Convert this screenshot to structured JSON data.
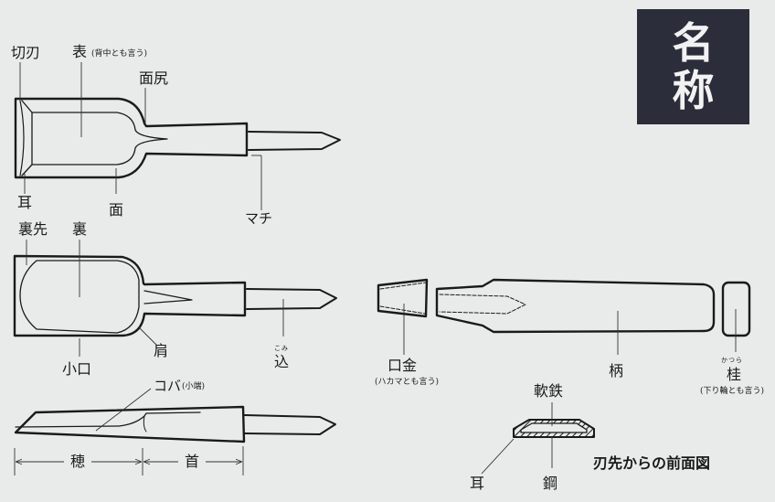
{
  "title": {
    "line1": "名",
    "line2": "称",
    "bg_color": "#2b2d3a",
    "text_color": "#f2f2f2"
  },
  "top_view": {
    "labels": {
      "kiriha": "切刃",
      "omote": "表",
      "omote_note": "(背中とも言う)",
      "tsurajiri": "面尻",
      "mimi": "耳",
      "tsura": "面",
      "machi": "マチ"
    }
  },
  "back_view": {
    "labels": {
      "urasaki": "裏先",
      "ura": "裏",
      "koguchi": "小口",
      "kata": "肩",
      "komi_ruby": "こみ",
      "komi": "込"
    }
  },
  "side_view": {
    "labels": {
      "koba": "コバ",
      "koba_note": "(小端)",
      "ho": "穂",
      "kubi": "首"
    }
  },
  "handle_parts": {
    "labels": {
      "kuchigane": "口金",
      "kuchigane_note": "(ハカマとも言う)",
      "e": "柄",
      "katsura_ruby": "かつら",
      "katsura": "桂",
      "katsura_note": "(下り輪とも言う)"
    }
  },
  "cross_section": {
    "labels": {
      "nanetsu": "軟鉄",
      "mimi": "耳",
      "hagane": "鋼"
    },
    "caption": "刃先からの前面図"
  }
}
